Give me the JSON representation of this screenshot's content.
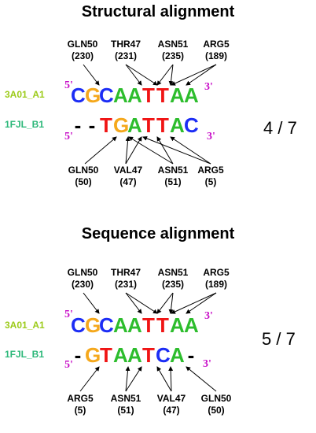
{
  "panels": [
    {
      "title": "Structural alignment",
      "chain_a": {
        "name": "3A01_A1",
        "color": "#9ccb1a",
        "five": "5'",
        "three": "3'",
        "letters": [
          {
            "ch": "C",
            "color": "#1c2df5"
          },
          {
            "ch": "G",
            "color": "#f5a81c"
          },
          {
            "ch": "C",
            "color": "#1c2df5"
          },
          {
            "ch": "A",
            "color": "#2dbd2d"
          },
          {
            "ch": "A",
            "color": "#2dbd2d"
          },
          {
            "ch": "T",
            "color": "#f01414"
          },
          {
            "ch": "T",
            "color": "#f01414"
          },
          {
            "ch": "A",
            "color": "#2dbd2d"
          },
          {
            "ch": "A",
            "color": "#2dbd2d"
          }
        ]
      },
      "chain_b": {
        "name": "1FJL_B1",
        "color": "#2db87a",
        "five": "5'",
        "three": "3'",
        "letters": [
          {
            "ch": "-",
            "color": "#000000"
          },
          {
            "ch": "-",
            "color": "#000000"
          },
          {
            "ch": "T",
            "color": "#f01414"
          },
          {
            "ch": "G",
            "color": "#f5a81c"
          },
          {
            "ch": "A",
            "color": "#2dbd2d"
          },
          {
            "ch": "T",
            "color": "#f01414"
          },
          {
            "ch": "T",
            "color": "#f01414"
          },
          {
            "ch": "A",
            "color": "#2dbd2d"
          },
          {
            "ch": "C",
            "color": "#1c2df5"
          }
        ]
      },
      "top_labels": [
        {
          "res": "GLN50",
          "num": "(230)"
        },
        {
          "res": "THR47",
          "num": "(231)"
        },
        {
          "res": "ASN51",
          "num": "(235)"
        },
        {
          "res": "ARG5",
          "num": "(189)"
        }
      ],
      "bottom_labels": [
        {
          "res": "GLN50",
          "num": "(50)"
        },
        {
          "res": "VAL47",
          "num": "(47)"
        },
        {
          "res": "ASN51",
          "num": "(51)"
        },
        {
          "res": "ARG5",
          "num": "(5)"
        }
      ],
      "score": "4 / 7"
    },
    {
      "title": "Sequence alignment",
      "chain_a": {
        "name": "3A01_A1",
        "color": "#9ccb1a",
        "five": "5'",
        "three": "3'",
        "letters": [
          {
            "ch": "C",
            "color": "#1c2df5"
          },
          {
            "ch": "G",
            "color": "#f5a81c"
          },
          {
            "ch": "C",
            "color": "#1c2df5"
          },
          {
            "ch": "A",
            "color": "#2dbd2d"
          },
          {
            "ch": "A",
            "color": "#2dbd2d"
          },
          {
            "ch": "T",
            "color": "#f01414"
          },
          {
            "ch": "T",
            "color": "#f01414"
          },
          {
            "ch": "A",
            "color": "#2dbd2d"
          },
          {
            "ch": "A",
            "color": "#2dbd2d"
          }
        ]
      },
      "chain_b": {
        "name": "1FJL_B1",
        "color": "#2db87a",
        "five": "5'",
        "three": "3'",
        "letters": [
          {
            "ch": "-",
            "color": "#000000"
          },
          {
            "ch": "G",
            "color": "#f5a81c"
          },
          {
            "ch": "T",
            "color": "#f01414"
          },
          {
            "ch": "A",
            "color": "#2dbd2d"
          },
          {
            "ch": "A",
            "color": "#2dbd2d"
          },
          {
            "ch": "T",
            "color": "#f01414"
          },
          {
            "ch": "C",
            "color": "#1c2df5"
          },
          {
            "ch": "A",
            "color": "#2dbd2d"
          },
          {
            "ch": "-",
            "color": "#000000"
          }
        ]
      },
      "top_labels": [
        {
          "res": "GLN50",
          "num": "(230)"
        },
        {
          "res": "THR47",
          "num": "(231)"
        },
        {
          "res": "ASN51",
          "num": "(235)"
        },
        {
          "res": "ARG5",
          "num": "(189)"
        }
      ],
      "bottom_labels": [
        {
          "res": "ARG5",
          "num": "(5)"
        },
        {
          "res": "ASN51",
          "num": "(51)"
        },
        {
          "res": "VAL47",
          "num": "(47)"
        },
        {
          "res": "GLN50",
          "num": "(50)"
        }
      ],
      "score": "5 / 7"
    }
  ]
}
